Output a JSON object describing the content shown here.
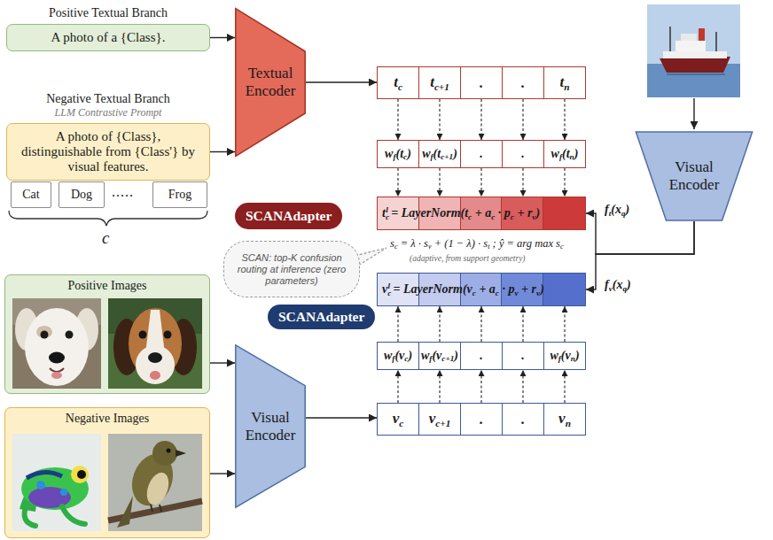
{
  "diagram": {
    "nodes": [
      {
        "text": [
          "Positive Textual Branch",
          "A photo of a {Class}."
        ]
      },
      {
        "text": [
          "Negative Textual Branch",
          "LLM Contrastive Prompt",
          "A photo of {Class}, distinguishable from {Class'} by visual features."
        ]
      },
      {
        "text": [
          "Cat"
        ]
      },
      {
        "text": [
          "Dog"
        ]
      },
      {
        "text": [
          "Frog"
        ]
      },
      {
        "text": [
          "Textual Encoder"
        ]
      },
      {
        "text": [
          "t",
          "c"
        ]
      },
      {
        "text": [
          "t",
          "c+1"
        ]
      },
      {
        "text": [
          "."
        ]
      },
      {
        "text": [
          "."
        ]
      },
      {
        "text": [
          "t",
          "n"
        ]
      },
      {
        "text": [
          "w",
          "f",
          "(t",
          "c",
          ")"
        ]
      },
      {
        "text": [
          "w",
          "f",
          "(t",
          "c+1",
          ")"
        ]
      },
      {
        "text": [
          "."
        ]
      },
      {
        "text": [
          "."
        ]
      },
      {
        "text": [
          "w",
          "f",
          "(t",
          "n",
          ")"
        ]
      },
      {
        "text": [
          "t",
          "c",
          "l",
          " = LayerNorm(t",
          "c",
          " + a",
          "c",
          " · p",
          "c",
          " + r",
          "v",
          ")"
        ]
      },
      {
        "text": [
          "SCANAdapter"
        ]
      },
      {
        "text": [
          "SCAN: top-K confusion routing at inference (zero parameters)"
        ]
      },
      {
        "text": [
          "v",
          "c",
          "l",
          " = LayerNorm(v",
          "c",
          " + a",
          "c",
          " · p",
          "v",
          " + r",
          "v",
          ")"
        ]
      },
      {
        "text": [
          "SCANAdapter"
        ]
      },
      {
        "text": [
          "w",
          "f",
          "(v",
          "c",
          ")"
        ]
      },
      {
        "text": [
          "w",
          "f",
          "(v",
          "c+1",
          ")"
        ]
      },
      {
        "text": [
          "."
        ]
      },
      {
        "text": [
          "."
        ]
      },
      {
        "text": [
          "w",
          "f",
          "(v",
          "n",
          ")"
        ]
      },
      {
        "text": [
          "v",
          "c"
        ]
      },
      {
        "text": [
          "v",
          "c+1"
        ]
      },
      {
        "text": [
          "."
        ]
      },
      {
        "text": [
          "."
        ]
      },
      {
        "text": [
          "v",
          "n"
        ]
      },
      {
        "text": [
          "Positive Images"
        ]
      },
      {
        "text": [
          "Negative Images"
        ]
      },
      {
        "text": [
          "Visual Encoder"
        ]
      },
      {
        "text": [
          "Visual Encoder"
        ]
      }
    ],
    "edges": [
      {
        "from": 0,
        "to": 5,
        "arrow": "to"
      },
      {
        "from": 1,
        "to": 5,
        "arrow": "to"
      },
      {
        "from": 5,
        "to": 6,
        "arrow": "to"
      },
      {
        "from": 6,
        "to": 11,
        "arrow": "to"
      },
      {
        "from": 7,
        "to": 12,
        "arrow": "to"
      },
      {
        "from": 8,
        "to": 13,
        "arrow": "to"
      },
      {
        "from": 9,
        "to": 14,
        "arrow": "to"
      },
      {
        "from": 10,
        "to": 15,
        "arrow": "to"
      },
      {
        "from": 11,
        "to": 16,
        "arrow": "to"
      },
      {
        "from": 12,
        "to": 16,
        "arrow": "to"
      },
      {
        "from": 13,
        "to": 16,
        "arrow": "to"
      },
      {
        "from": 14,
        "to": 16,
        "arrow": "to"
      },
      {
        "from": 15,
        "to": 16,
        "arrow": "to"
      },
      {
        "from": 34,
        "to": 16,
        "arrow": "to"
      },
      {
        "from": 34,
        "to": 19,
        "arrow": "to"
      },
      {
        "from": 26,
        "to": 21,
        "arrow": "to"
      },
      {
        "from": 27,
        "to": 22,
        "arrow": "to"
      },
      {
        "from": 28,
        "to": 23,
        "arrow": "to"
      },
      {
        "from": 29,
        "to": 24,
        "arrow": "to"
      },
      {
        "from": 30,
        "to": 25,
        "arrow": "to"
      },
      {
        "from": 21,
        "to": 19,
        "arrow": "to"
      },
      {
        "from": 22,
        "to": 19,
        "arrow": "to"
      },
      {
        "from": 23,
        "to": 19,
        "arrow": "to"
      },
      {
        "from": 24,
        "to": 19,
        "arrow": "to"
      },
      {
        "from": 25,
        "to": 19,
        "arrow": "to"
      },
      {
        "from": 31,
        "to": 33,
        "arrow": "to"
      },
      {
        "from": 32,
        "to": 33,
        "arrow": "to"
      },
      {
        "from": 33,
        "to": 26,
        "arrow": "to"
      }
    ],
    "labels": [
      ".....",
      "c",
      "s",
      "c",
      " = λ · s",
      "v",
      " + (1 − λ) · s",
      "t",
      " ; ŷ = arg max s",
      "c",
      "(adaptive, from support geometry)",
      "f",
      "t",
      "(x",
      "q",
      ")",
      "f",
      "v",
      "(x",
      "q",
      ")"
    ]
  }
}
